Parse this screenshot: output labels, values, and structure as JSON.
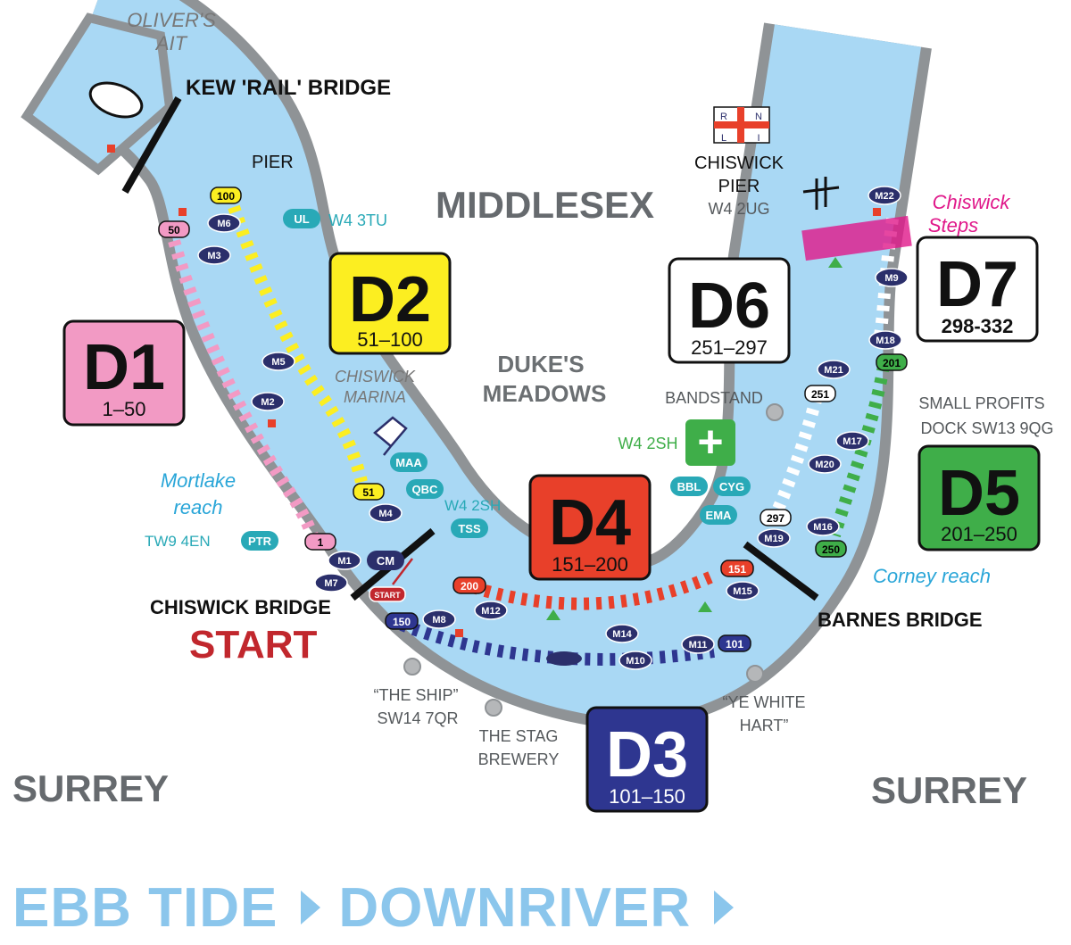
{
  "regions": {
    "north": "MIDDLESEX",
    "south_left": "SURREY",
    "south_right": "SURREY"
  },
  "places": {
    "olivers_ait_1": "OLIVER'S",
    "olivers_ait_2": "AIT",
    "kew_bridge": "KEW 'RAIL' BRIDGE",
    "pier": "PIER",
    "chiswick_pier_1": "CHISWICK",
    "chiswick_pier_2": "PIER",
    "chiswick_pier_pc": "W4 2UG",
    "chiswick_steps_1": "Chiswick",
    "chiswick_steps_2": "Steps",
    "ul_pc": "W4 3TU",
    "marina_1": "CHISWICK",
    "marina_2": "MARINA",
    "dukes_1": "DUKE'S",
    "dukes_2": "MEADOWS",
    "bandstand": "BANDSTAND",
    "first_aid_pc": "W4 2SH",
    "small_profits_1": "SMALL PROFITS",
    "small_profits_2": "DOCK SW13 9QG",
    "mortlake_1": "Mortlake",
    "mortlake_2": "reach",
    "ptr_pc": "TW9 4EN",
    "tss_pc": "W4 2SH",
    "chiswick_bridge": "CHISWICK BRIDGE",
    "start": "START",
    "ship_1": "“THE SHIP”",
    "ship_2": "SW14 7QR",
    "stag_1": "THE STAG",
    "stag_2": "BREWERY",
    "hart_1": "“YE WHITE",
    "hart_2": "HART”",
    "corney": "Corney reach",
    "barnes_bridge": "BARNES BRIDGE",
    "rnli_r": "R",
    "rnli_n": "N",
    "rnli_l": "L",
    "rnli_i": "I",
    "start_marker": "START"
  },
  "zones": [
    {
      "id": "D1",
      "range": "1–50",
      "color": "#f29ac4"
    },
    {
      "id": "D2",
      "range": "51–100",
      "color": "#fcee21"
    },
    {
      "id": "D3",
      "range": "101–150",
      "color": "#2e3690"
    },
    {
      "id": "D4",
      "range": "151–200",
      "color": "#e8402a"
    },
    {
      "id": "D5",
      "range": "201–250",
      "color": "#3fae49"
    },
    {
      "id": "D6",
      "range": "251–297",
      "color": "#ffffff"
    },
    {
      "id": "D7",
      "range": "298-332",
      "color": "#ffffff"
    }
  ],
  "boundary_markers": [
    "100",
    "50",
    "51",
    "1",
    "200",
    "150",
    "151",
    "101",
    "201",
    "251",
    "297",
    "250"
  ],
  "moorings": [
    "M6",
    "M3",
    "M5",
    "M2",
    "M4",
    "M1",
    "M7",
    "M8",
    "M12",
    "M14",
    "M10",
    "M11",
    "M15",
    "M19",
    "M16",
    "M20",
    "M17",
    "M21",
    "M18",
    "M9",
    "M22"
  ],
  "clubs": [
    "UL",
    "MAA",
    "QBC",
    "TSS",
    "PTR",
    "CM",
    "BBL",
    "CYG",
    "EMA"
  ],
  "first_aid_symbol": "+",
  "footer": {
    "left": "EBB TIDE",
    "right": "DOWNRIVER"
  },
  "colors": {
    "river": "#a9d8f4",
    "bank": "#8f9396",
    "pink": "#f29ac4",
    "yellow": "#fcee21",
    "navy": "#2e3690",
    "red": "#e8402a",
    "green": "#3fae49",
    "teal": "#29a9b7",
    "mooring": "#2b2f6b",
    "first_aid": "#3fae49",
    "steps": "#e0188a"
  }
}
